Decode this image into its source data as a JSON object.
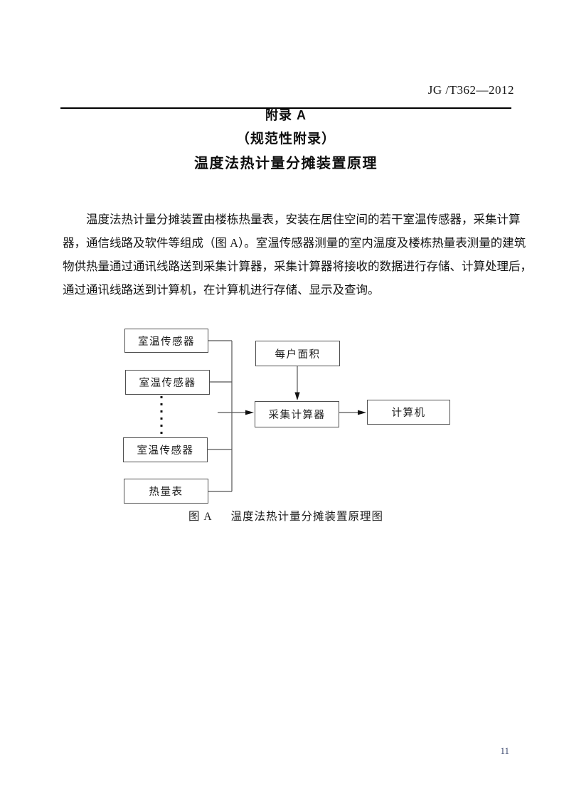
{
  "header": {
    "standard_code": "JG /T362—2012"
  },
  "appendix": {
    "title": "附录 A",
    "subtitle": "（规范性附录）",
    "heading": "温度法热计量分摊装置原理"
  },
  "paragraph": {
    "lines": [
      "温度法热计量分摊装置由楼栋热量表，安装在居住空间的若干室温传感器，采集计算",
      "器，通信线路及软件等组成（图 A）。室温传感器测量的室内温度及楼栋热量表测量的建筑",
      "物供热量通过通讯线路送到采集计算器，采集计算器将接收的数据进行存储、计算处理后，",
      "通过通讯线路送到计算机，在计算机进行存储、显示及查询。"
    ]
  },
  "figure": {
    "boxes": {
      "sensor1": "室温传感器",
      "sensor2": "室温传感器",
      "sensor3": "室温传感器",
      "heat_meter": "热量表",
      "household_area": "每户面积",
      "collector": "采集计算器",
      "computer": "计算机"
    },
    "continuation_dots": 6,
    "caption": {
      "label": "图 A",
      "text": "温度法热计量分摊装置原理图"
    }
  },
  "footer": {
    "page_number": "11"
  },
  "colors": {
    "text": "#1a1a1a",
    "connector_line": "#555555",
    "header_rule": "#000000",
    "page_number": "#3d4a70"
  }
}
